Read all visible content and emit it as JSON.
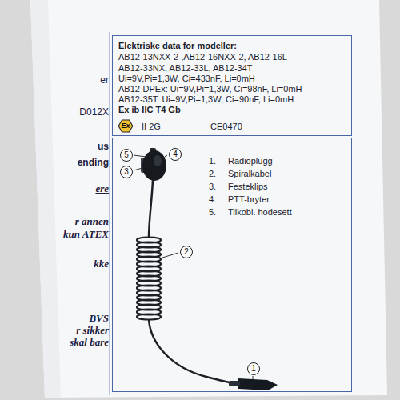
{
  "diagram": {
    "nodes": [
      {
        "text": [
          "Elektriske data for modeller:",
          "AB12-13NXX-2 ,AB12-16NXX-2, AB12-16L",
          "AB12-33NX, AB12-33L, AB12-34T",
          "Ui=9V,Pi=1,3W, Ci=433nF, Li=0mH",
          "AB12-DPEx: Ui=9V,Pi=1,3W, Ci=98nF, Li=0mH",
          "AB12-35T: Ui=9V,Pi=1,3W, Ci=90nF, Li=0mH",
          "Ex ib IIC T4 Gb",
          "II 2G",
          "CE0470"
        ]
      },
      {
        "text": [
          "Ex"
        ],
        "in": 0
      },
      {
        "text": [
          "1.",
          "Radioplugg",
          "2.",
          "Spiralkabel",
          "3.",
          "Festeklips",
          "4.",
          "PTT-bryter",
          "5.",
          "Tilkobl. hodesett"
        ]
      },
      {
        "text": [
          "5"
        ],
        "in": 2
      },
      {
        "text": [
          "4"
        ],
        "in": 2
      },
      {
        "text": [
          "3"
        ],
        "in": 2
      },
      {
        "text": [
          "2"
        ],
        "in": 2
      },
      {
        "text": [
          "1"
        ],
        "in": 2
      }
    ],
    "labels": [
      "er",
      "D012X",
      "us",
      "ending",
      "ere",
      "r annen",
      "kun ATEX",
      "kke",
      "BVS",
      "r sikker",
      "skal bare"
    ]
  }
}
